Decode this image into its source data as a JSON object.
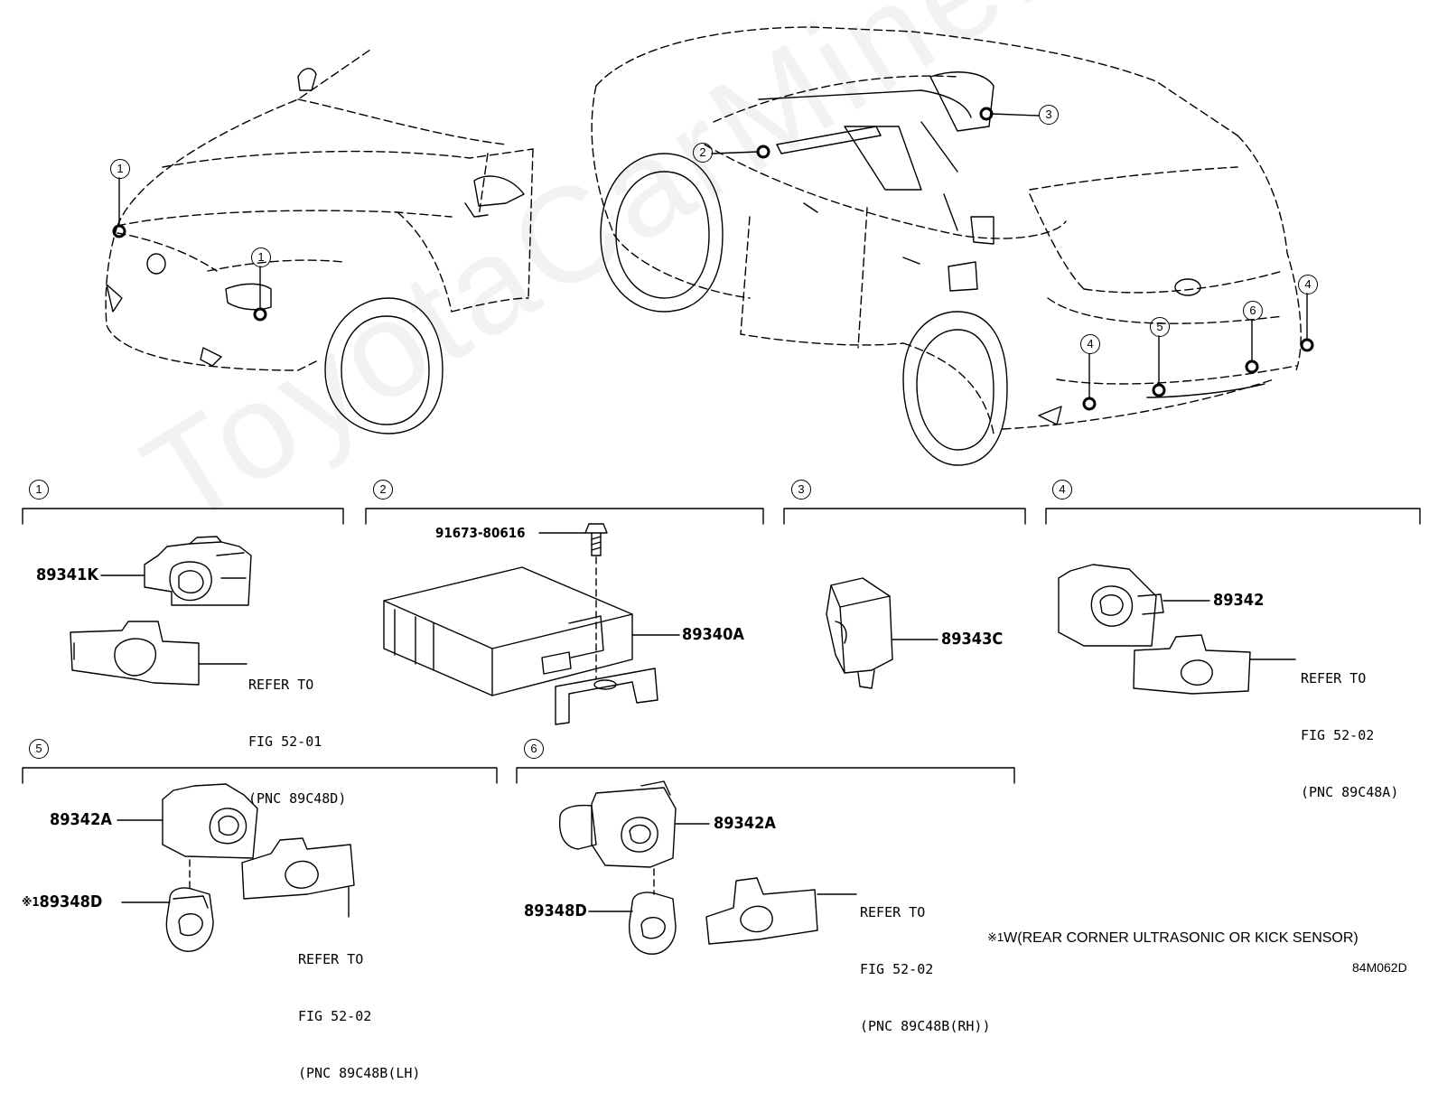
{
  "watermark": "ToyotaCarMine.ru",
  "callout_numbers": [
    "1",
    "2",
    "3",
    "4",
    "5",
    "6"
  ],
  "parts": {
    "p89341K": "89341K",
    "p91673": "91673-80616",
    "p89340A": "89340A",
    "p89343C": "89343C",
    "p89342": "89342",
    "p89342A_5": "89342A",
    "p89348D_5": "89348D",
    "p89342A_6": "89342A",
    "p89348D_6": "89348D"
  },
  "refs": {
    "ref1": [
      "REFER TO",
      "FIG 52-01",
      "(PNC 89C48D)"
    ],
    "ref4": [
      "REFER TO",
      "FIG 52-02",
      "(PNC 89C48A)"
    ],
    "ref5": [
      "REFER TO",
      "FIG 52-02",
      "(PNC 89C48B(LH)"
    ],
    "ref6": [
      "REFER TO",
      "FIG 52-02",
      "(PNC 89C48B(RH))"
    ]
  },
  "note": {
    "mark": "※1",
    "text": "W(REAR CORNER ULTRASONIC OR KICK SENSOR)"
  },
  "footnote_mark": "※1",
  "figure_code": "84M062D"
}
